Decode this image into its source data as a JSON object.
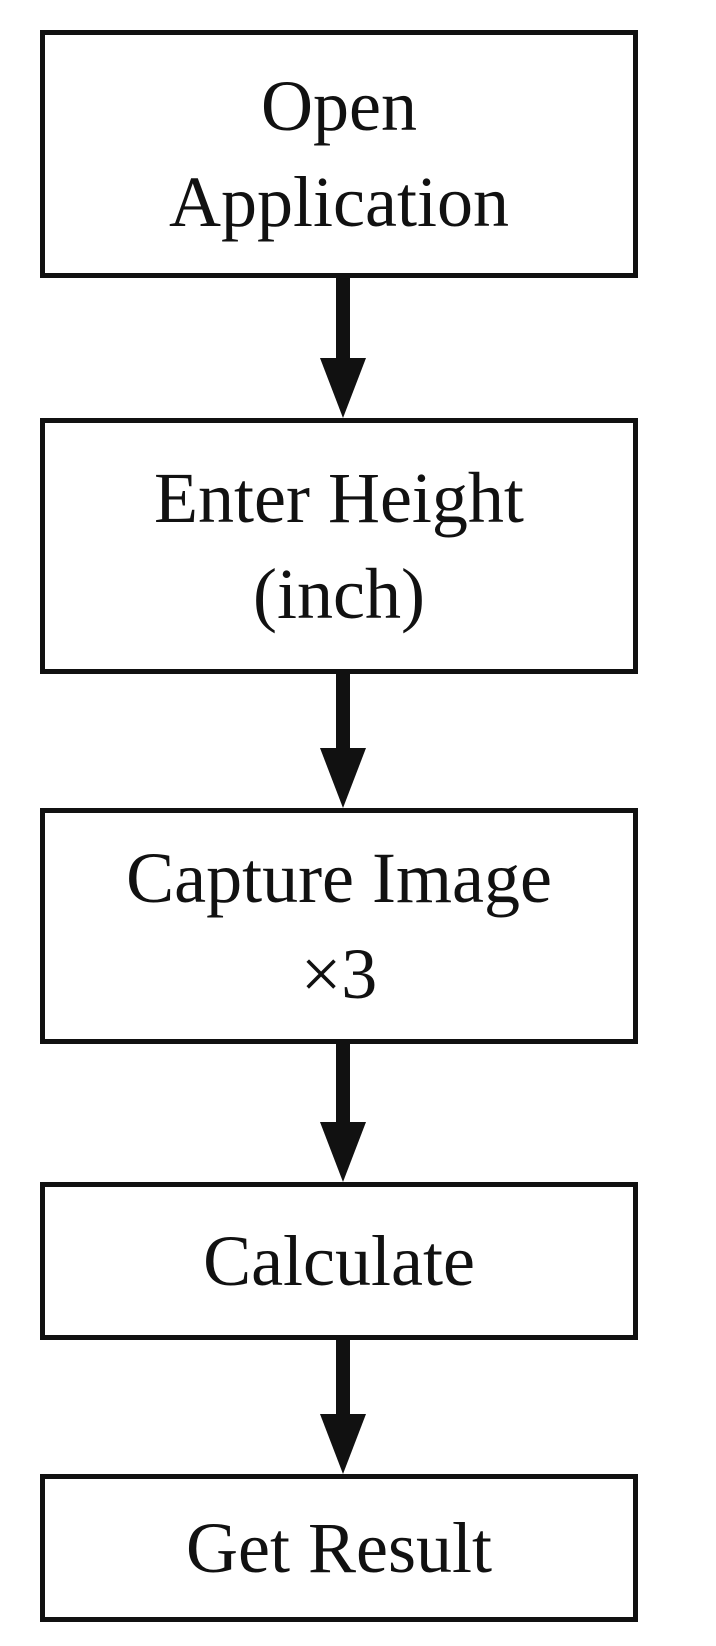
{
  "diagram": {
    "steps": [
      {
        "lines": [
          "Open",
          "Application"
        ]
      },
      {
        "lines": [
          "Enter Height",
          "(inch)"
        ]
      },
      {
        "lines": [
          "Capture Image",
          "×3"
        ]
      },
      {
        "lines": [
          "Calculate"
        ]
      },
      {
        "lines": [
          "Get Result"
        ]
      }
    ],
    "colors": {
      "stroke": "#111111",
      "fill": "#ffffff"
    }
  }
}
